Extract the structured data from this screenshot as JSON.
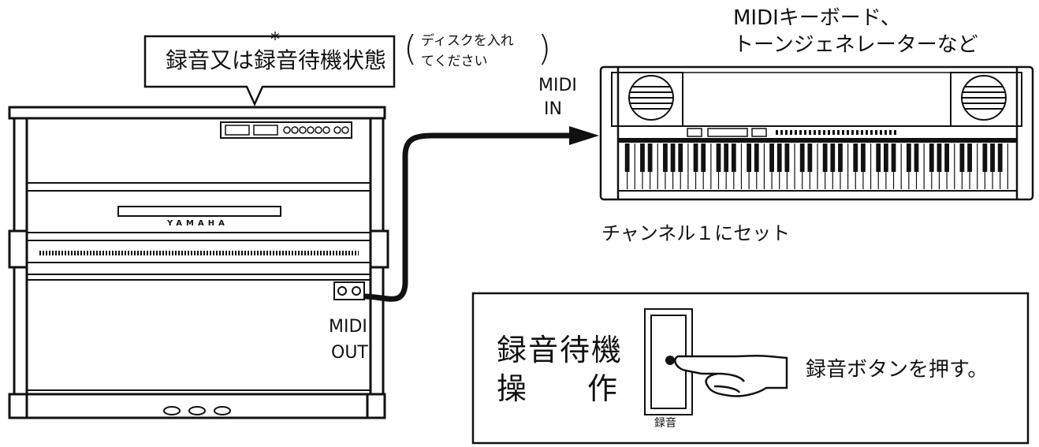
{
  "status_label": "録音又は録音待機状態",
  "status_asterisk": "*",
  "disk_note": {
    "line1": "ディスクを入れ",
    "line2": "てください",
    "paren_open": "(",
    "paren_close": ")"
  },
  "piano": {
    "brand": "YAMAHA",
    "midi_out_line1": "MIDI",
    "midi_out_line2": "OUT"
  },
  "target_device": {
    "line1": "MIDIキーボード、",
    "line2": "トーンジェネレーターなど",
    "midi_in_line1": "MIDI",
    "midi_in_line2": "IN",
    "channel_note": "チャンネル１にセット"
  },
  "operation_box": {
    "title_line1": "録音待機",
    "title_line2a": "操",
    "title_line2b": "作",
    "button_label": "録音",
    "instruction": "録音ボタンを押す。"
  }
}
